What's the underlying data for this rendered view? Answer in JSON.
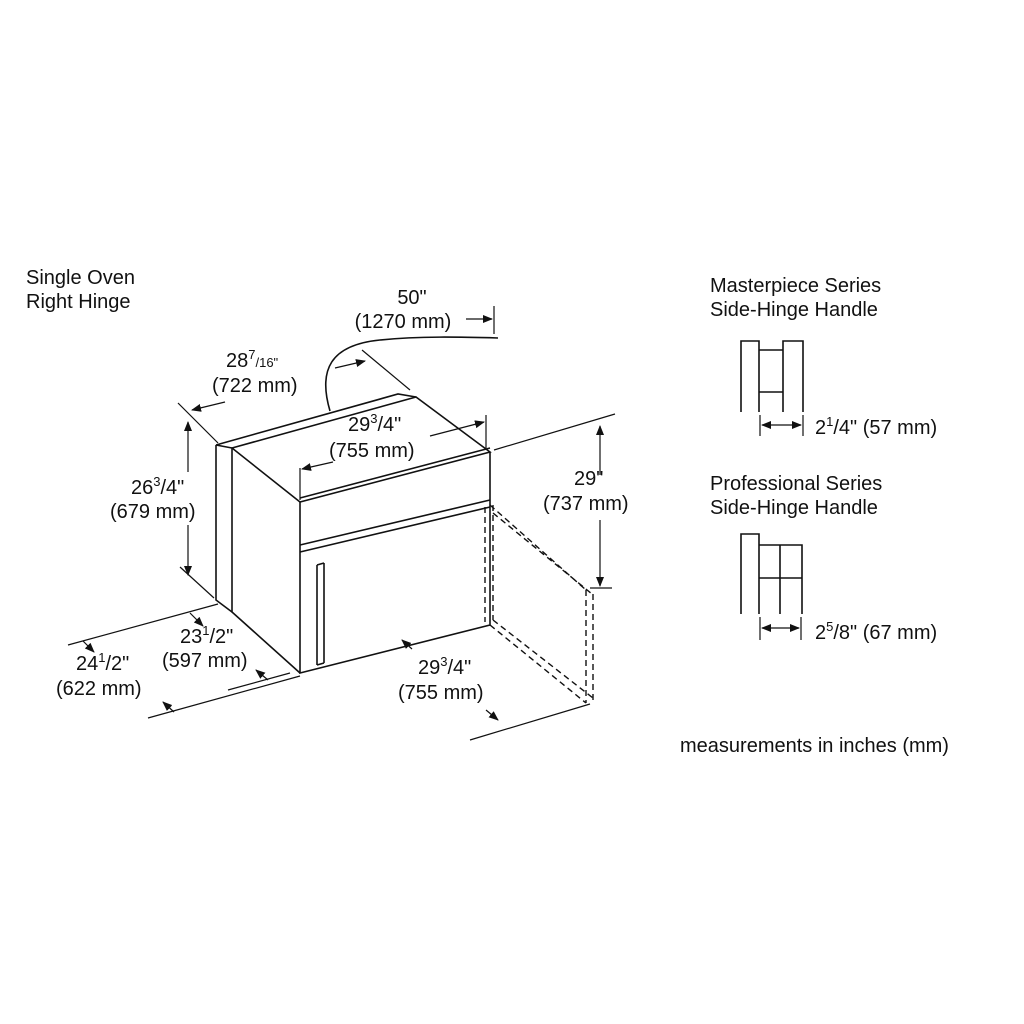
{
  "title": {
    "line1": "Single Oven",
    "line2": "Right Hinge"
  },
  "dimensions": {
    "cord": {
      "in": "50\"",
      "mm": "(1270 mm)"
    },
    "depth_top": {
      "whole": "28",
      "num": "7",
      "den": "/16\"",
      "mm": "(722 mm)"
    },
    "width_top": {
      "whole": "29",
      "num": "3",
      "den": "/4\"",
      "mm": "(755 mm)"
    },
    "height_left": {
      "whole": "26",
      "num": "3",
      "den": "/4\"",
      "mm": "(679 mm)"
    },
    "height_right": {
      "in": "29\"",
      "mm": "(737 mm)"
    },
    "depth_inner": {
      "whole": "23",
      "num": "1",
      "den": "/2\"",
      "mm": "(597 mm)"
    },
    "depth_outer": {
      "whole": "24",
      "num": "1",
      "den": "/2\"",
      "mm": "(622 mm)"
    },
    "width_bottom": {
      "whole": "29",
      "num": "3",
      "den": "/4\"",
      "mm": "(755 mm)"
    }
  },
  "masterpiece": {
    "line1": "Masterpiece Series",
    "line2": "Side-Hinge Handle",
    "whole": "2",
    "num": "1",
    "den": "/4\" (57 mm)"
  },
  "professional": {
    "line1": "Professional Series",
    "line2": "Side-Hinge Handle",
    "whole": "2",
    "num": "5",
    "den": "/8\" (67 mm)"
  },
  "footnote": "measurements in inches (mm)"
}
